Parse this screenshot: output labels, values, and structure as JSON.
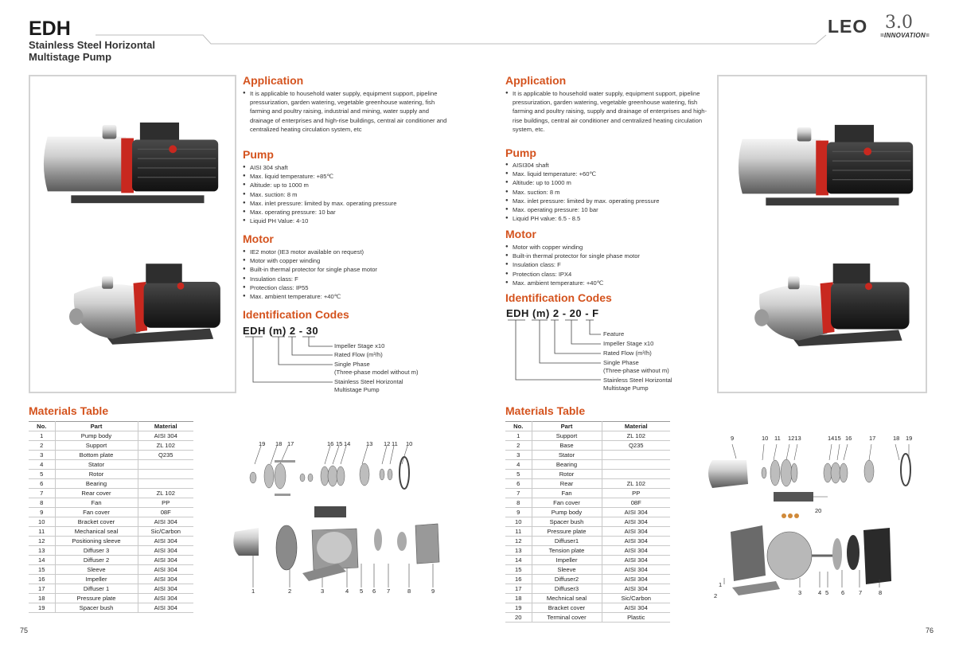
{
  "left": {
    "model": "EDH",
    "subtitle": "Stainless Steel Horizontal Multistage Pump",
    "application": {
      "title": "Application",
      "items": [
        "It is applicable to household water supply, equipment support, pipeline pressurization, garden watering, vegetable greenhouse watering, fish farming and poultry raising, industrial and mining, water supply and drainage of enterprises and high-rise buildings, central air conditioner and centralized heating circulation system, etc"
      ]
    },
    "pump": {
      "title": "Pump",
      "items": [
        "AISI 304 shaft",
        "Max. liquid temperature: +85℃",
        "Altitude: up to 1000 m",
        "Max. suction: 8 m",
        "Max. inlet pressure: limited by max. operating pressure",
        "Max. operating pressure: 10 bar",
        "Liquid PH Value: 4-10"
      ]
    },
    "motor": {
      "title": "Motor",
      "items": [
        "IE2 motor (IE3 motor available on request)",
        "Motor with copper winding",
        "Built-in thermal protector for single phase motor",
        "Insulation class: F",
        "Protection class: IP55",
        "Max. ambient temperature: +40℃"
      ]
    },
    "id": {
      "title": "Identification Codes",
      "code": "EDH (m) 2 - 30",
      "labels": [
        "Impeller Stage x10",
        "Rated Flow (m³/h)",
        "Single Phase",
        "(Three-phase model without m)",
        "Stainless Steel Horizontal",
        "Multistage Pump"
      ]
    },
    "materials": {
      "title": "Materials Table",
      "headers": [
        "No.",
        "Part",
        "Material"
      ],
      "rows": [
        [
          "1",
          "Pump body",
          "AISI 304"
        ],
        [
          "2",
          "Support",
          "ZL 102"
        ],
        [
          "3",
          "Bottom plate",
          "Q235"
        ],
        [
          "4",
          "Stator",
          ""
        ],
        [
          "5",
          "Rotor",
          ""
        ],
        [
          "6",
          "Bearing",
          ""
        ],
        [
          "7",
          "Rear cover",
          "ZL 102"
        ],
        [
          "8",
          "Fan",
          "PP"
        ],
        [
          "9",
          "Fan cover",
          "08F"
        ],
        [
          "10",
          "Bracket cover",
          "AISI 304"
        ],
        [
          "11",
          "Mechanical seal",
          "Sic/Carbon"
        ],
        [
          "12",
          "Positioning sleeve",
          "AISI 304"
        ],
        [
          "13",
          "Diffuser 3",
          "AISI 304"
        ],
        [
          "14",
          "Diffuser 2",
          "AISI 304"
        ],
        [
          "15",
          "Sleeve",
          "AISI 304"
        ],
        [
          "16",
          "Impeller",
          "AISI 304"
        ],
        [
          "17",
          "Diffuser 1",
          "AISI 304"
        ],
        [
          "18",
          "Pressure plate",
          "AISI 304"
        ],
        [
          "19",
          "Spacer bush",
          "AISI 304"
        ]
      ]
    },
    "exploded_top_labels": [
      "19",
      "18",
      "17",
      "16",
      "15",
      "14",
      "13",
      "12",
      "11",
      "10"
    ],
    "exploded_bottom_labels": [
      "1",
      "2",
      "3",
      "4",
      "5",
      "6",
      "7",
      "8",
      "9"
    ],
    "page_number": "75"
  },
  "right": {
    "logo": {
      "brand": "LEO",
      "version": "3.0",
      "tagline": "=INNOVATION="
    },
    "application": {
      "title": "Application",
      "items": [
        "It is applicable to household water supply, equipment support, pipeline pressurization, garden watering, vegetable greenhouse watering, fish farming and poultry raising, supply and drainage of enterprises and high-rise buildings, central air conditioner and centralized heating circulation system, etc."
      ]
    },
    "pump": {
      "title": "Pump",
      "items": [
        "AISI304 shaft",
        "Max. liquid temperature: +60℃",
        "Altitude: up to 1000 m",
        "Max. suction: 8 m",
        "Max. inlet pressure: limited by max. operating pressure",
        "Max. operating pressure: 10 bar",
        "Liquid PH value: 6.5 - 8.5"
      ]
    },
    "motor": {
      "title": "Motor",
      "items": [
        "Motor with copper winding",
        "Built-in thermal protector for single phase motor",
        "Insulation class: F",
        "Protection class: IPX4",
        "Max. ambient temperature: +40℃"
      ]
    },
    "id": {
      "title": "Identification Codes",
      "code": "EDH (m) 2 - 20 - F",
      "labels": [
        "Feature",
        "Impeller Stage x10",
        "Rated Flow (m³/h)",
        "Single Phase",
        "(Three-phase without m)",
        "Stainless Steel Horizontal",
        "Multistage Pump"
      ]
    },
    "materials": {
      "title": "Materials Table",
      "headers": [
        "No.",
        "Part",
        "Material"
      ],
      "rows": [
        [
          "1",
          "Support",
          "ZL 102"
        ],
        [
          "2",
          "Base",
          "Q235"
        ],
        [
          "3",
          "Stator",
          ""
        ],
        [
          "4",
          "Bearing",
          ""
        ],
        [
          "5",
          "Rotor",
          ""
        ],
        [
          "6",
          "Rear",
          "ZL 102"
        ],
        [
          "7",
          "Fan",
          "PP"
        ],
        [
          "8",
          "Fan cover",
          "08F"
        ],
        [
          "9",
          "Pump body",
          "AISI 304"
        ],
        [
          "10",
          "Spacer bush",
          "AISI 304"
        ],
        [
          "11",
          "Pressure plate",
          "AISI 304"
        ],
        [
          "12",
          "Diffuser1",
          "AISI 304"
        ],
        [
          "13",
          "Tension plate",
          "AISI 304"
        ],
        [
          "14",
          "Impeller",
          "AISI 304"
        ],
        [
          "15",
          "Sleeve",
          "AISI 304"
        ],
        [
          "16",
          "Diffuser2",
          "AISI 304"
        ],
        [
          "17",
          "Diffuser3",
          "AISI 304"
        ],
        [
          "18",
          "Mechnical seal",
          "Sic/Carbon"
        ],
        [
          "19",
          "Bracket cover",
          "AISI 304"
        ],
        [
          "20",
          "Terminal cover",
          "Plastic"
        ]
      ]
    },
    "exploded_top_labels": [
      "9",
      "10",
      "11",
      "1213",
      "1415",
      "16",
      "17",
      "18",
      "19"
    ],
    "exploded_mid_label": "20",
    "exploded_bottom_labels": [
      "1",
      "2",
      "3",
      "4",
      "5",
      "6",
      "7",
      "8"
    ],
    "page_number": "76"
  },
  "colors": {
    "accent": "#d4531e",
    "pump_red": "#c8281f",
    "steel": "#c6c6c6"
  }
}
